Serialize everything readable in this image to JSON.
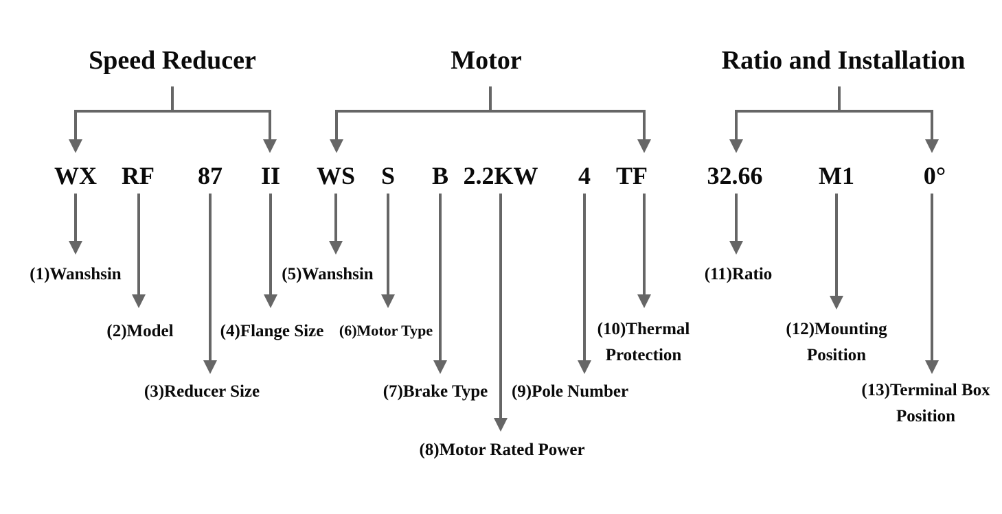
{
  "diagram": {
    "description_model_code": "WX RF 87 II WS S B 2.2KW 4 TF 32.66 M1 0°",
    "colors": {
      "wire": "#666666",
      "text": "#0a0a0a",
      "background": "#ffffff"
    },
    "groups": [
      {
        "title": "Speed Reducer",
        "codes": [
          {
            "code": "WX",
            "label": "(1)Wanshsin",
            "label_lines": [
              "(1)Wanshsin"
            ]
          },
          {
            "code": "RF",
            "label": "(2)Model",
            "label_lines": [
              "(2)Model"
            ]
          },
          {
            "code": "87",
            "label": "(3)Reducer Size",
            "label_lines": [
              "(3)Reducer Size"
            ]
          },
          {
            "code": "II",
            "label": "(4)Flange Size",
            "label_lines": [
              "(4)Flange Size"
            ]
          }
        ]
      },
      {
        "title": "Motor",
        "codes": [
          {
            "code": "WS",
            "label": "(5)Wanshsin",
            "label_lines": [
              "(5)Wanshsin"
            ]
          },
          {
            "code": "S",
            "label": "(6)Motor Type",
            "label_lines": [
              "(6)Motor Type"
            ]
          },
          {
            "code": "B",
            "label": "(7)Brake Type",
            "label_lines": [
              "(7)Brake Type"
            ]
          },
          {
            "code": "2.2KW",
            "label": "(8)Motor Rated Power",
            "label_lines": [
              "(8)Motor Rated Power"
            ]
          },
          {
            "code": "4",
            "label": "(9)Pole Number",
            "label_lines": [
              "(9)Pole Number"
            ]
          },
          {
            "code": "TF",
            "label": "(10)Thermal Protection",
            "label_lines": [
              "(10)Thermal",
              "Protection"
            ]
          }
        ]
      },
      {
        "title": "Ratio and Installation",
        "codes": [
          {
            "code": "32.66",
            "label": "(11)Ratio",
            "label_lines": [
              "(11)Ratio"
            ]
          },
          {
            "code": "M1",
            "label": "(12)Mounting Position",
            "label_lines": [
              "(12)Mounting",
              "Position"
            ]
          },
          {
            "code": "0°",
            "label": "(13)Terminal Box Position",
            "label_lines": [
              "(13)Terminal Box",
              "Position"
            ]
          }
        ]
      }
    ]
  }
}
